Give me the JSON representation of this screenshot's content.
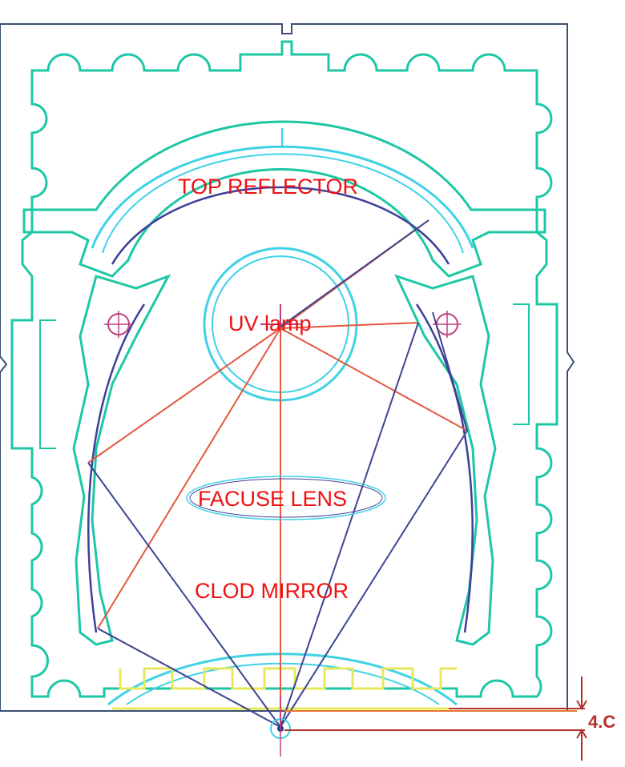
{
  "labels": {
    "top_reflector": "TOP REFLECTOR",
    "uv_lamp": "UV lamp",
    "focus_lens": "FACUSE LENS",
    "cold_mirror": "CLOD MIRROR",
    "dimension": "4.C"
  },
  "colors": {
    "frame": "#3a4f72",
    "reflector": "#1dc7a5",
    "lamp": "#3fd2e6",
    "inner_arc": "#3e3f9a",
    "ray_red": "#e5573f",
    "ray_blue": "#3c4592",
    "yellow": "#e8e85c",
    "label": "#ee1111",
    "dimension": "#b5302a"
  }
}
